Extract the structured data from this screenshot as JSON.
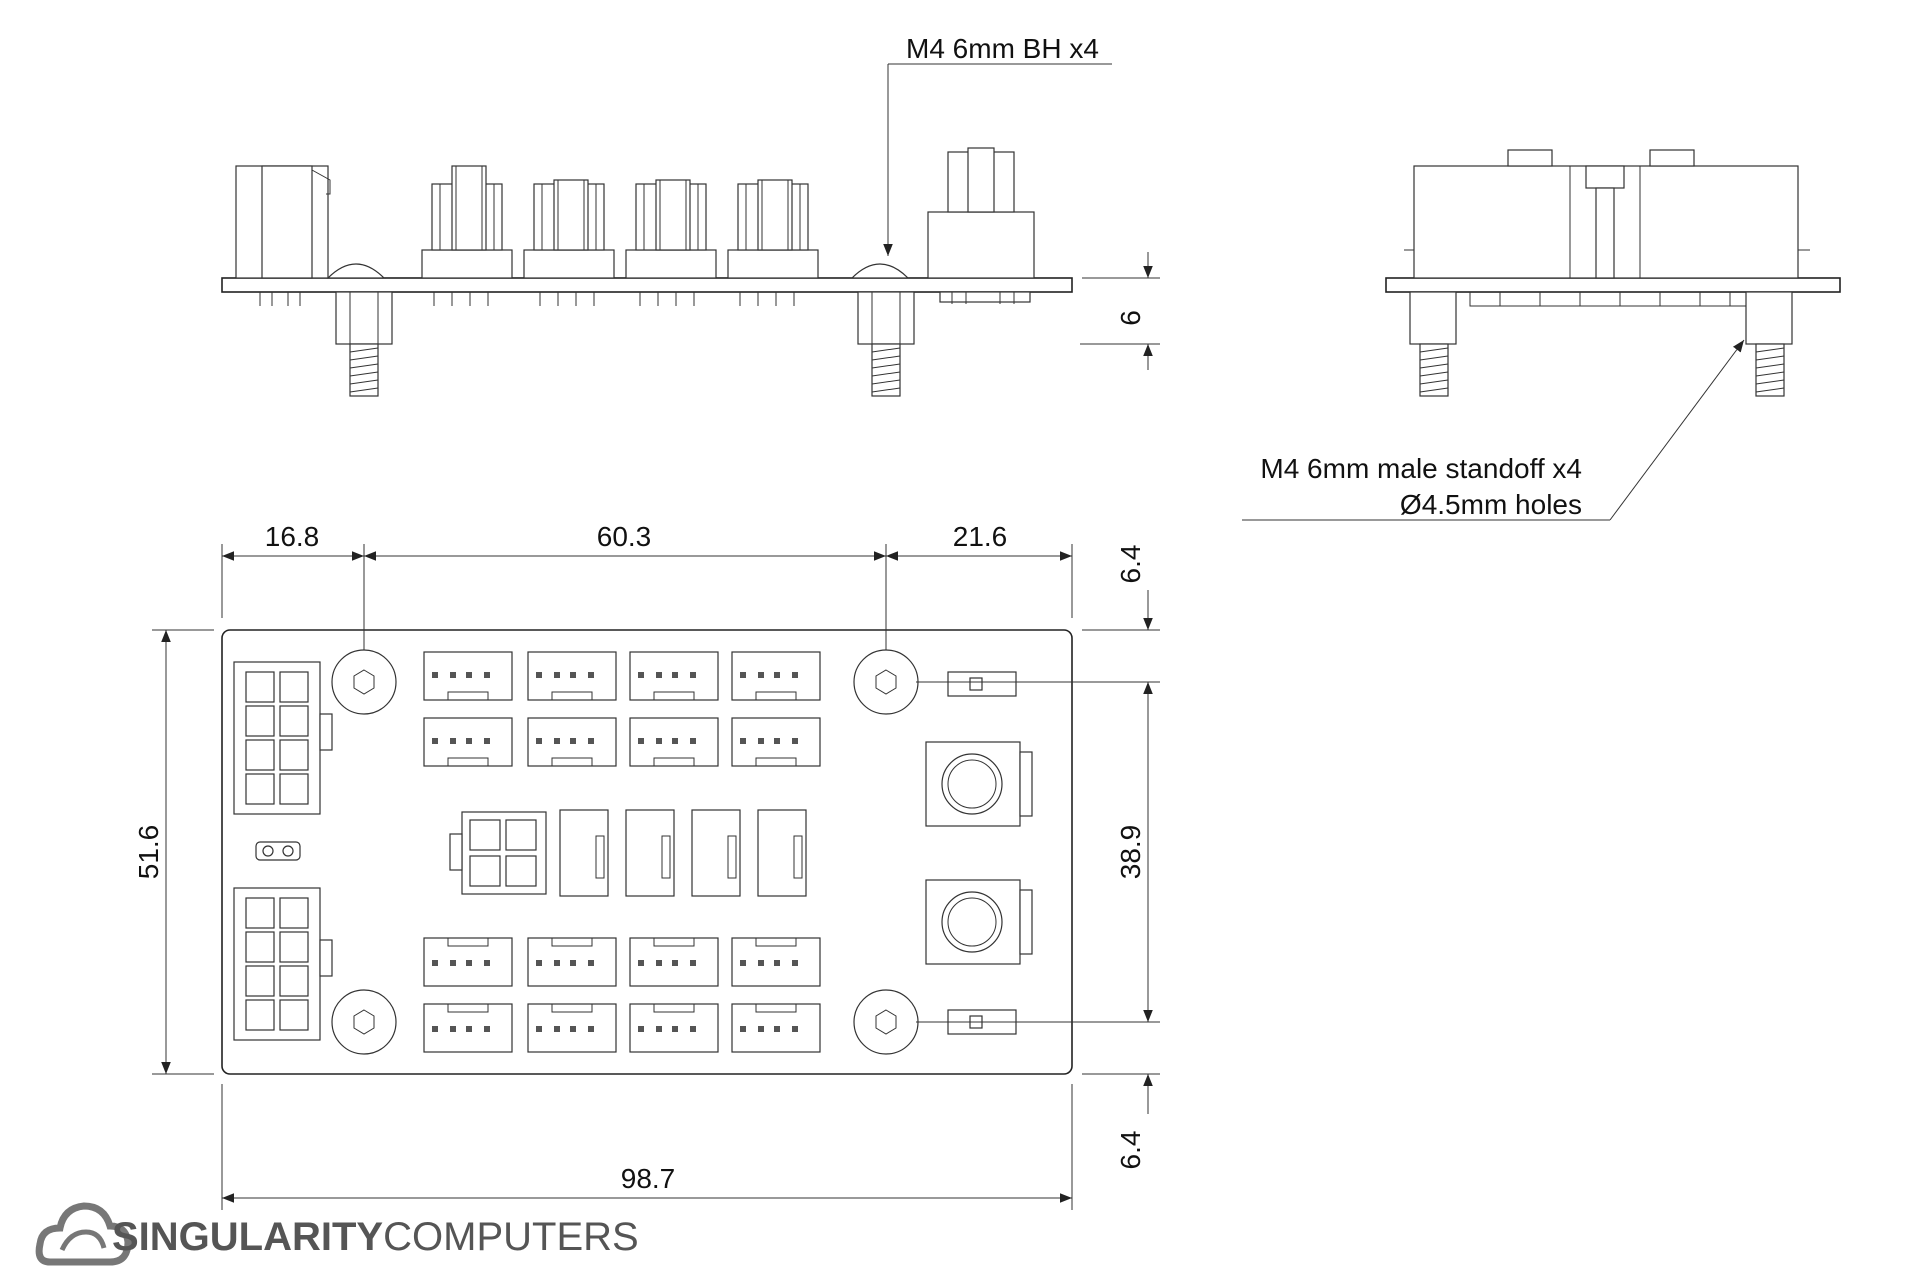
{
  "notes": {
    "button_head": "M4 6mm BH x4",
    "standoff_line1": "M4 6mm male standoff x4",
    "standoff_line2": "Ø4.5mm holes"
  },
  "dimensions": {
    "side_height": "6",
    "left_offset": "16.8",
    "hole_spacing_x": "60.3",
    "right_offset": "21.6",
    "top_offset": "6.4",
    "board_height": "51.6",
    "hole_spacing_y": "38.9",
    "bottom_offset": "6.4",
    "board_width": "98.7"
  },
  "logo": {
    "part1": "SINGULARITY",
    "part2": "COMPUTERS",
    "icon": "cloud-logo-icon"
  }
}
